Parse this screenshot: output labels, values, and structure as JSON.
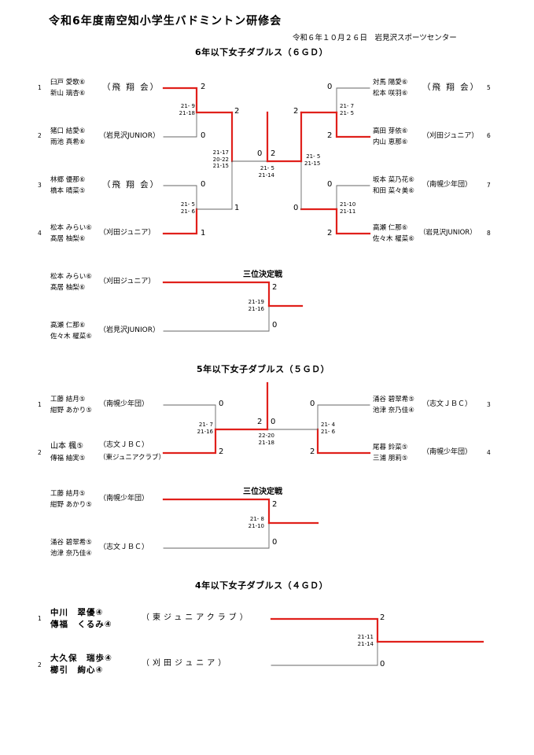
{
  "header": {
    "title": "令和6年度南空知小学生バドミントン研修会",
    "date_venue": "令和６年１０月２６日　岩見沢スポーツセンター"
  },
  "sections": {
    "g6": {
      "title": "6年以下女子ダブルス（６ＧＤ）",
      "entries": [
        {
          "seed": "1",
          "p1": "臼戸 愛歌⑥",
          "p2": "新山 璃杏⑥",
          "club": "（飛 翔 会）"
        },
        {
          "seed": "2",
          "p1": "猪口 結愛⑥",
          "p2": "雨池 真希⑥",
          "club": "（岩見沢JUNIOR）"
        },
        {
          "seed": "3",
          "p1": "林郷 優那⑥",
          "p2": "橋本 晴菜⑤",
          "club": "（飛 翔 会）"
        },
        {
          "seed": "4",
          "p1": "松本 みらい⑥",
          "p2": "髙居 柚梨⑥",
          "club": "（刈田ジュニア）"
        },
        {
          "seed": "5",
          "p1": "対馬 陽愛⑥",
          "p2": "松本 咲羽⑥",
          "club": "（飛 翔 会）"
        },
        {
          "seed": "6",
          "p1": "高田 芽依⑥",
          "p2": "内山 恵那⑥",
          "club": "（刈田ジュニア）"
        },
        {
          "seed": "7",
          "p1": "坂本 菜乃花⑥",
          "p2": "和田 菜々美⑥",
          "club": "（南幌少年団）"
        },
        {
          "seed": "8",
          "p1": "高瀬 仁那⑥",
          "p2": "佐々木 櫂菜⑥",
          "club": "（岩見沢JUNIOR）"
        }
      ],
      "results": {
        "m1_top": "2",
        "m1_bot": "0",
        "m1_scores": [
          "21- 9",
          "21-18"
        ],
        "m2_top": "0",
        "m2_bot": "1",
        "m2_scores": [
          "21- 5",
          "21- 6"
        ],
        "m3_top": "0",
        "m3_bot": "2",
        "m3_scores": [
          "21- 7",
          "21- 5"
        ],
        "m4_top": "0",
        "m4_bot": "2",
        "m4_scores": [
          "21-10",
          "21-11"
        ],
        "sf_left": "2",
        "sf_right": "2",
        "sf_left_scores": [
          "21-17",
          "20-22",
          "21-15"
        ],
        "sf_right_scores": [
          "21- 5",
          "21-15"
        ],
        "f_left": "0",
        "f_right": "2",
        "f_scores": [
          "21- 5",
          "21-14"
        ]
      },
      "third": {
        "title": "三位決定戦",
        "a": {
          "p1": "松本 みらい⑥",
          "p2": "髙居 柚梨⑥",
          "club": "（刈田ジュニア）"
        },
        "b": {
          "p1": "高瀬 仁那⑥",
          "p2": "佐々木 櫂菜⑥",
          "club": "（岩見沢JUNIOR）"
        },
        "a_res": "2",
        "b_res": "0",
        "scores": [
          "21-19",
          "21-16"
        ]
      }
    },
    "g5": {
      "title": "5年以下女子ダブルス（５ＧＤ）",
      "entries": [
        {
          "seed": "1",
          "p1": "工藤 結月⑤",
          "p2": "紺野 あかり⑤",
          "club": "（南幌少年団）"
        },
        {
          "seed": "2",
          "p1": "山本 楓⑤",
          "p2": "傳福 紬実⑤",
          "club": "（志文ＪＢＣ）",
          "club2": "（東ジュニアクラブ）"
        },
        {
          "seed": "3",
          "p1": "涌谷 碧翠希⑤",
          "p2": "池津 奈乃佳④",
          "club": "（志文ＪＢＣ）"
        },
        {
          "seed": "4",
          "p1": "尾暮 鈴菜⑤",
          "p2": "三浦 朋莉⑤",
          "club": "（南幌少年団）"
        }
      ],
      "results": {
        "l_top": "0",
        "l_bot": "2",
        "l_scores": [
          "21- 7",
          "21-16"
        ],
        "r_top": "0",
        "r_bot": "2",
        "r_scores": [
          "21- 4",
          "21- 6"
        ],
        "f_left": "2",
        "f_right": "0",
        "f_scores": [
          "22-20",
          "21-18"
        ]
      },
      "third": {
        "title": "三位決定戦",
        "a": {
          "p1": "工藤 結月⑤",
          "p2": "紺野 あかり⑤",
          "club": "（南幌少年団）"
        },
        "b": {
          "p1": "涌谷 碧翠希⑤",
          "p2": "池津 奈乃佳④",
          "club": "（志文ＪＢＣ）"
        },
        "a_res": "2",
        "b_res": "0",
        "scores": [
          "21- 8",
          "21-10"
        ]
      }
    },
    "g4": {
      "title": "4年以下女子ダブルス（４ＧＤ）",
      "entries": [
        {
          "seed": "1",
          "p1": "中川　翠優④",
          "p2": "傳福　くるみ④",
          "club": "（東ジュニアクラブ）"
        },
        {
          "seed": "2",
          "p1": "大久保　瑞歩④",
          "p2": "櫛引　絢心④",
          "club": "（刈田ジュニア）"
        }
      ],
      "results": {
        "top": "2",
        "bot": "0",
        "scores": [
          "21-11",
          "21-14"
        ]
      }
    }
  },
  "colors": {
    "winner_line": "#e0201b",
    "line": "#555555",
    "text": "#000000"
  }
}
